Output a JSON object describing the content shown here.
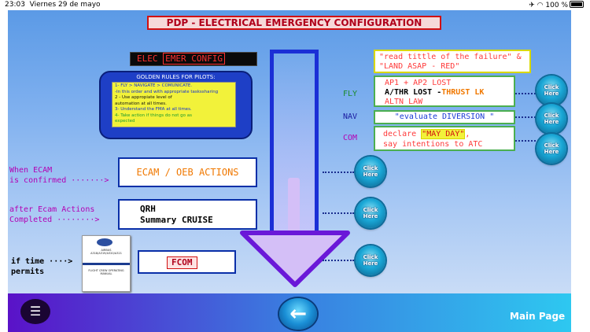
{
  "status_bar": {
    "time": "23:03",
    "date": "Viernes 29 de mayo",
    "battery": "100 %"
  },
  "title": "PDP - ELECTRICAL EMERGENCY CONFIGURATION",
  "elec_display": {
    "left": "ELEC",
    "right": "EMER CONFIG"
  },
  "golden_rules": {
    "title": "GOLDEN RULES FOR PILOTS:",
    "lines": [
      {
        "text": "1- FLY > NAVIGATE > COMUNICATE.",
        "color": "#1330d4"
      },
      {
        "text": "-In this order and with appropriate taskssharing",
        "color": "#1330d4"
      },
      {
        "text": "2 - Use appropiate level of",
        "color": "#111111"
      },
      {
        "text": "automation at all times.",
        "color": "#111111"
      },
      {
        "text": "3- Understand the FMA at all times.",
        "color": "#1330d4"
      },
      {
        "text": "4- Take action if things do not go as",
        "color": "#1a9a30"
      },
      {
        "text": "expected",
        "color": "#1a9a30"
      }
    ]
  },
  "fnc_labels": {
    "fly": "FLY",
    "nav": "NAV",
    "com": "COM"
  },
  "boxes": {
    "read": {
      "line1": "\"read tittle of the failure\" &",
      "line2": "\"LAND ASAP - RED\""
    },
    "ap": {
      "line1": "AP1 + AP2 LOST",
      "line2_a": "A/THR LOST -",
      "line2_b": "THRUST LK",
      "line3": "ALTN LAW"
    },
    "diversion": "\"evaluate DIVERSION \"",
    "mayday": {
      "line1_a": "declare ",
      "line1_b": "\"MAY DAY\"",
      "line1_c": ",",
      "line2": "say intentions to ATC"
    },
    "ecam": "ECAM / OEB ACTIONS",
    "qrh": {
      "line1": "QRH",
      "line2": "Summary CRUISE"
    },
    "fcom": "FCOM"
  },
  "side_labels": {
    "ecam": {
      "line1": "When ECAM",
      "line2": "is confirmed"
    },
    "after": {
      "line1": "after Ecam Actions",
      "line2": "Completed"
    },
    "time": {
      "line1": "if time",
      "line2": "permits"
    }
  },
  "manual": {
    "logo": "AIRBUS",
    "model": "A318/A319/A320/A321",
    "title": "FLIGHT CREW OPERATING MANUAL"
  },
  "click_label": "Click Here",
  "nav": {
    "menu_icon": "☰",
    "back_icon": "←",
    "main_page": "Main Page"
  }
}
